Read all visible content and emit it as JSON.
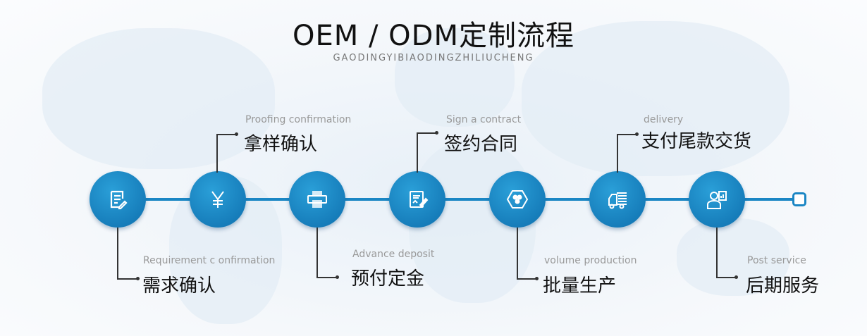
{
  "title": "OEM / ODM定制流程",
  "subtitle": "GAODINGYIBIAODINGZHILIUCHENG",
  "steps": [
    {
      "en": "Requirement  c onfirmation",
      "zh": "需求确认",
      "icon": "document-edit-icon"
    },
    {
      "en": "Proofing confirmation",
      "zh": "拿样确认",
      "icon": "yen-icon"
    },
    {
      "en": "Advance deposit",
      "zh": "预付定金",
      "icon": "printer-icon"
    },
    {
      "en": "Sign a contract",
      "zh": "签约合同",
      "icon": "contract-sign-icon"
    },
    {
      "en": "volume production",
      "zh": "批量生产",
      "icon": "hexagon-dots-icon"
    },
    {
      "en": "delivery",
      "zh": "支付尾款交货",
      "icon": "truck-icon"
    },
    {
      "en": "Post service",
      "zh": "后期服务",
      "icon": "service-person-icon"
    }
  ],
  "colors": {
    "accent": "#1a86c4"
  }
}
